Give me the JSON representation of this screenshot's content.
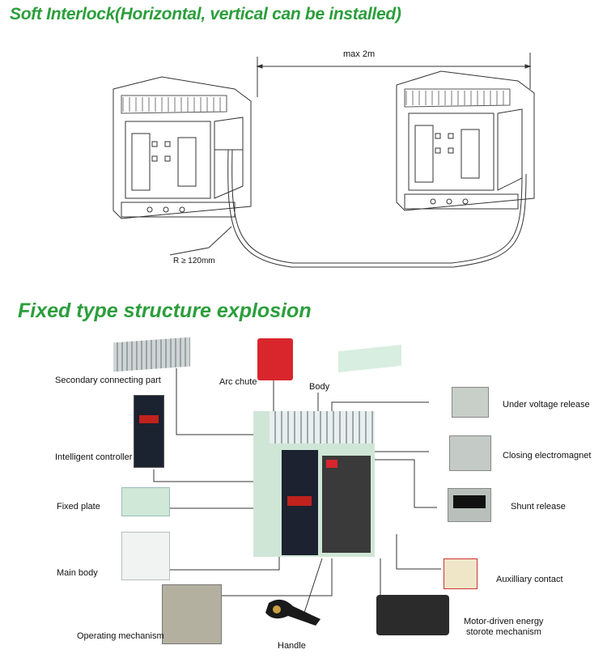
{
  "section1": {
    "title": "Soft Interlock(Horizontal, vertical can be installed)",
    "dimension_label": "max  2m",
    "radius_label": "R ≥ 120mm"
  },
  "section2": {
    "title": "Fixed type structure explosion",
    "labels": {
      "secondary_connecting_part": "Secondary connecting part",
      "arc_chute": "Arc chute",
      "body": "Body",
      "under_voltage_release": "Under voltage release",
      "intelligent_controller": "Intelligent controller",
      "closing_electromagnet": "Closing electromagnet",
      "fixed_plate": "Fixed plate",
      "shunt_release": "Shunt release",
      "main_body": "Main body",
      "auxiliary_contact": "Auxilliary contact",
      "operating_mechanism": "Operating mechanism",
      "handle": "Handle",
      "motor_line1": "Motor-driven energy",
      "motor_line2": "storote mechanism"
    }
  }
}
